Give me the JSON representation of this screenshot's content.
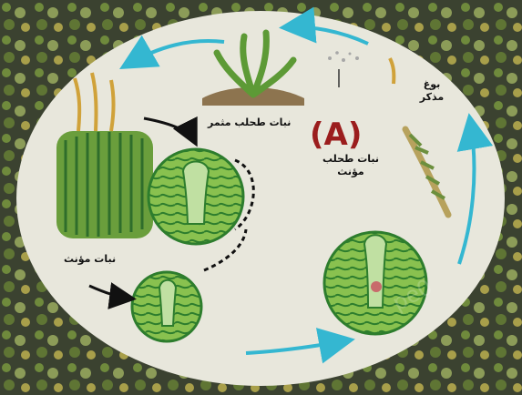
{
  "labels": {
    "label_a": "(A)",
    "top_label": "نبات طحلب مثمر",
    "a_caption": "نبات طحلب مؤنث",
    "right_label": "بوغ مذكر",
    "left_label": "نبات مؤنث"
  },
  "colors": {
    "ellipse_fill": "#e8e7dc",
    "arrow_blue": "#34b7d1",
    "arrow_black": "#111111",
    "cell_green": "#79b64a",
    "cell_dark": "#2d7d2d",
    "a_red": "#9b1d1d"
  },
  "watermark": "pe0"
}
